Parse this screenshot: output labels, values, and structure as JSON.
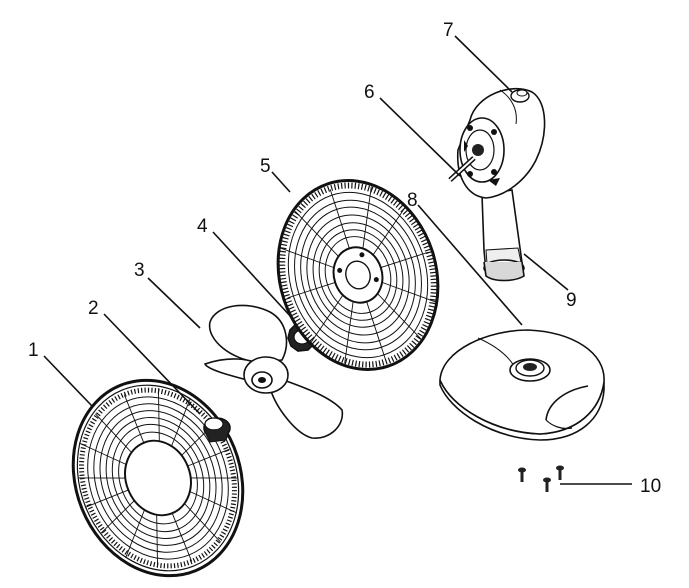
{
  "diagram": {
    "parts": [
      {
        "number": "1"
      },
      {
        "number": "2"
      },
      {
        "number": "3"
      },
      {
        "number": "4"
      },
      {
        "number": "5"
      },
      {
        "number": "6"
      },
      {
        "number": "7"
      },
      {
        "number": "8"
      },
      {
        "number": "9"
      },
      {
        "number": "10"
      }
    ]
  }
}
